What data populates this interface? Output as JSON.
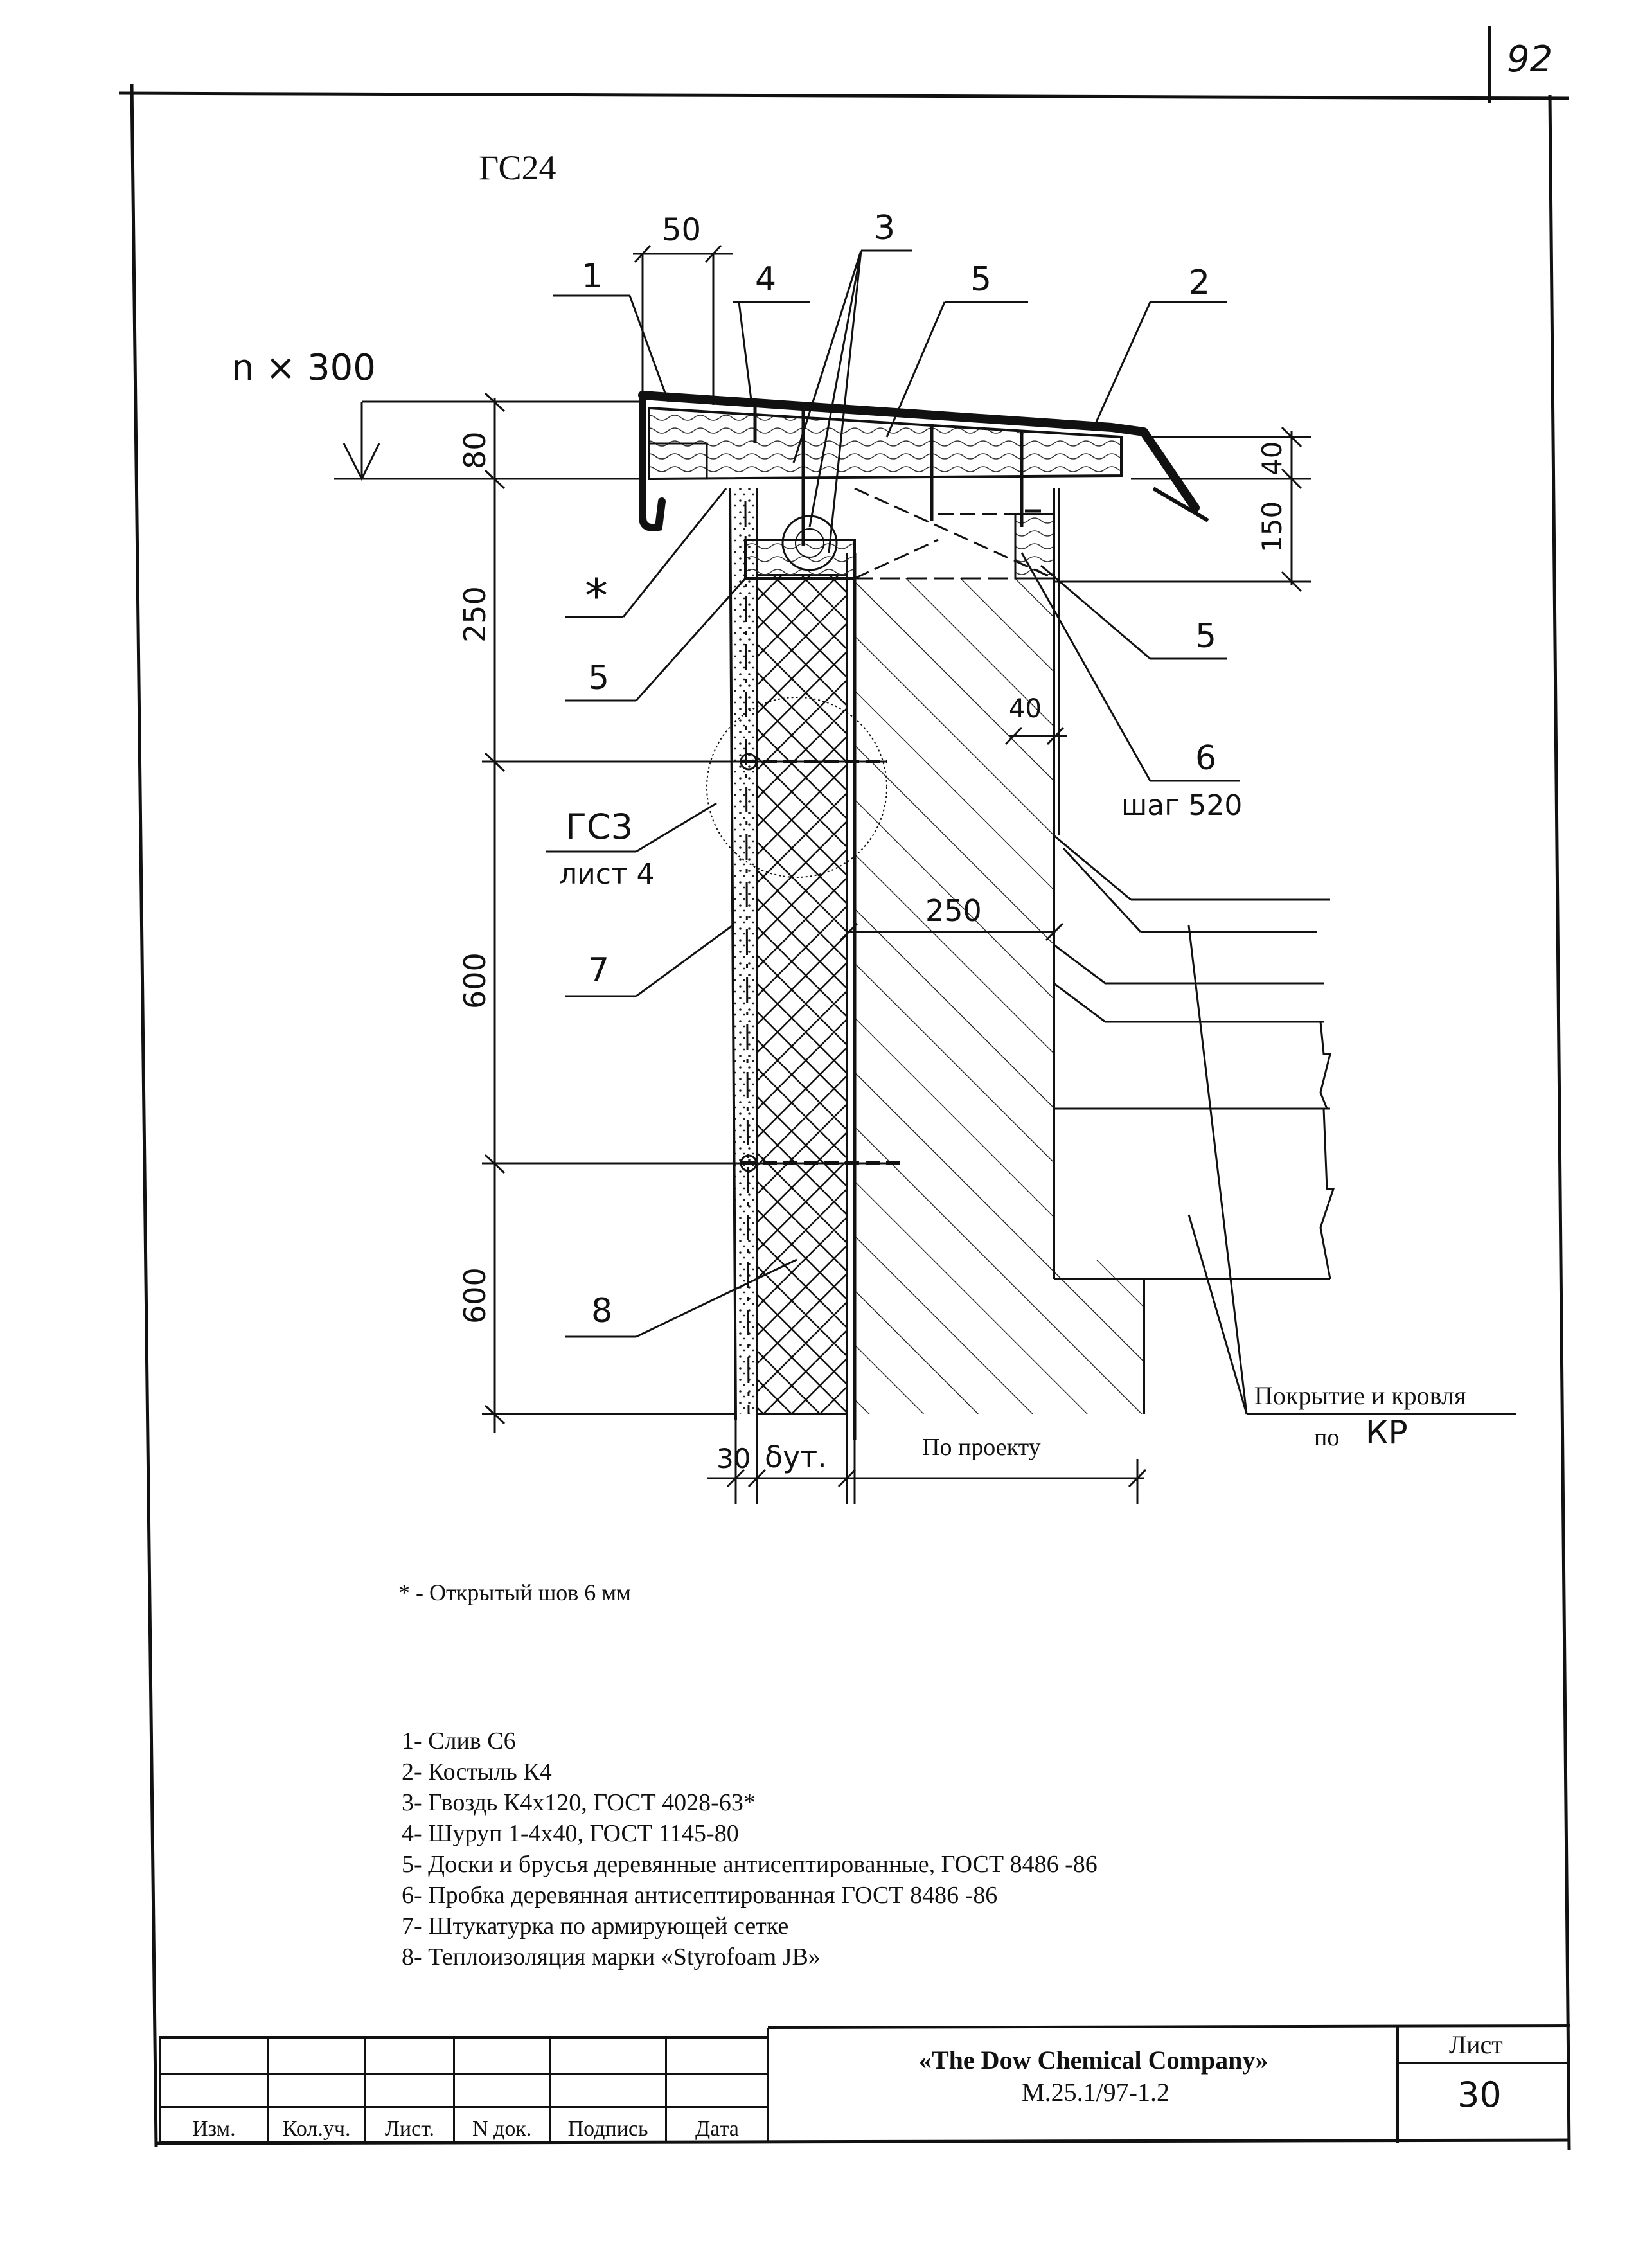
{
  "page_number": "92",
  "drawing_title": "ГС24",
  "dimensions": {
    "n300": "n × 300",
    "d50": "50",
    "d80": "80",
    "d40_top": "40",
    "d150": "150",
    "d250_vert": "250",
    "d40_mid": "40",
    "d250_horiz": "250",
    "d600_upper": "600",
    "d600_lower": "600",
    "d30": "30",
    "delta": "δут.",
    "by_project": "По проекту"
  },
  "callouts": {
    "c1": "1",
    "c2": "2",
    "c3": "3",
    "c4": "4",
    "c5_top": "5",
    "c5_right": "5",
    "c5_left": "5",
    "c6": "6",
    "c6_sub": "шаг 520",
    "star": "*",
    "c7": "7",
    "c8": "8",
    "gs3": "ГС3",
    "gs3_sub": "лист 4",
    "roof_label": "Покрытие и кровля",
    "roof_sub_prefix": "по",
    "roof_sub_code": "КР"
  },
  "footnote": "* - Открытый шов 6 мм",
  "legend": [
    "1- Слив С6",
    "2- Костыль К4",
    "3- Гвоздь К4х120, ГОСТ 4028-63*",
    "4- Шуруп 1-4х40, ГОСТ 1145-80",
    "5- Доски и брусья деревянные антисептированные, ГОСТ 8486 -86",
    "6- Пробка деревянная антисептированная ГОСТ 8486 -86",
    "7- Штукатурка по армирующей сетке",
    "8- Теплоизоляция марки «Styrofoam JB»"
  ],
  "title_block": {
    "headers": [
      "Изм.",
      "Кол.уч.",
      "Лист.",
      "N док.",
      "Подпись",
      "Дата"
    ],
    "company": "«The Dow Chemical Company»",
    "code": "М.25.1/97-1.2",
    "sheet_label": "Лист",
    "sheet_number": "30"
  }
}
